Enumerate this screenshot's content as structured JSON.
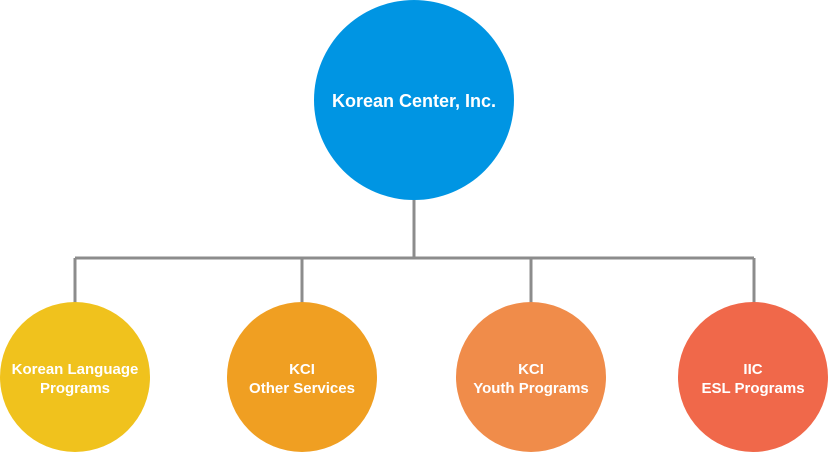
{
  "root": {
    "label": "Korean Center, Inc.",
    "color": "#0095e3"
  },
  "children": [
    {
      "line1": "Korean Language",
      "line2": "Programs",
      "color": "#f0c21d"
    },
    {
      "line1": "KCI",
      "line2": "Other Services",
      "color": "#f09f22"
    },
    {
      "line1": "KCI",
      "line2": "Youth Programs",
      "color": "#f08c4a"
    },
    {
      "line1": "IIC",
      "line2": "ESL Programs",
      "color": "#f0684a"
    }
  ],
  "connector_color": "#8c8c8c"
}
